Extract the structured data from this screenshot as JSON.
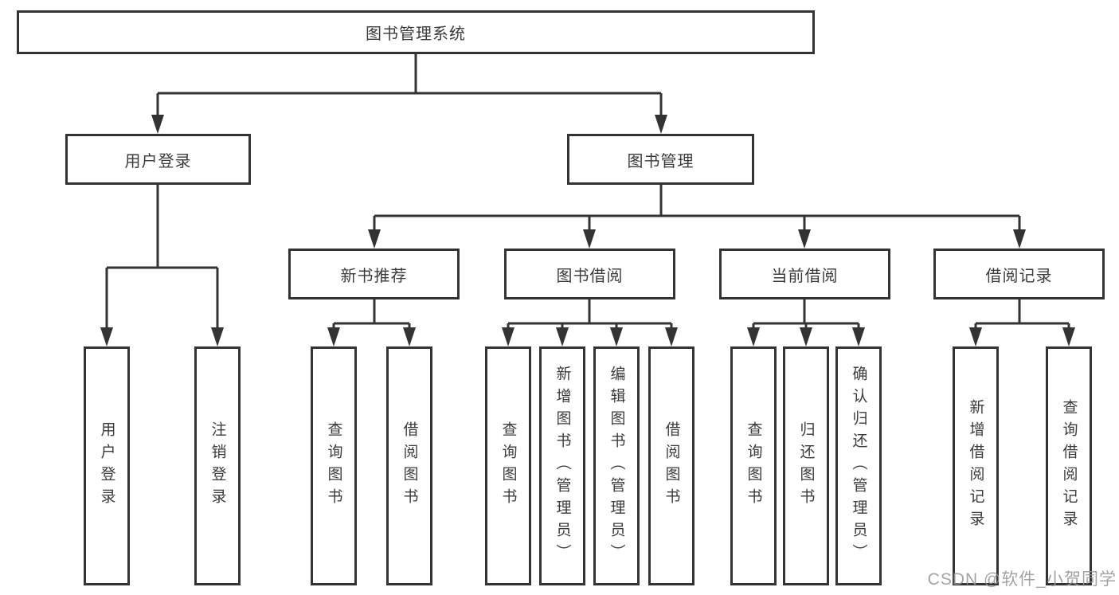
{
  "diagram": {
    "type": "hierarchy-tree",
    "colors": {
      "line": "#333333",
      "text": "#3b3b3b",
      "watermark": "#969696",
      "background": "#ffffff"
    },
    "tree": {
      "label": "图书管理系统",
      "children": [
        {
          "label": "用户登录",
          "children": [
            {
              "label": "用户登录"
            },
            {
              "label": "注销登录"
            }
          ]
        },
        {
          "label": "图书管理",
          "children": [
            {
              "label": "新书推荐",
              "children": [
                {
                  "label": "查询图书"
                },
                {
                  "label": "借阅图书"
                }
              ]
            },
            {
              "label": "图书借阅",
              "children": [
                {
                  "label": "查询图书"
                },
                {
                  "label": "新增图书（管理员）"
                },
                {
                  "label": "编辑图书（管理员）"
                },
                {
                  "label": "借阅图书"
                }
              ]
            },
            {
              "label": "当前借阅",
              "children": [
                {
                  "label": "查询图书"
                },
                {
                  "label": "归还图书"
                },
                {
                  "label": "确认归还（管理员）"
                }
              ]
            },
            {
              "label": "借阅记录",
              "children": [
                {
                  "label": "新增借阅记录"
                },
                {
                  "label": "查询借阅记录"
                }
              ]
            }
          ]
        }
      ]
    },
    "watermark": {
      "text": "CSDN @软件_小贺同学"
    }
  }
}
